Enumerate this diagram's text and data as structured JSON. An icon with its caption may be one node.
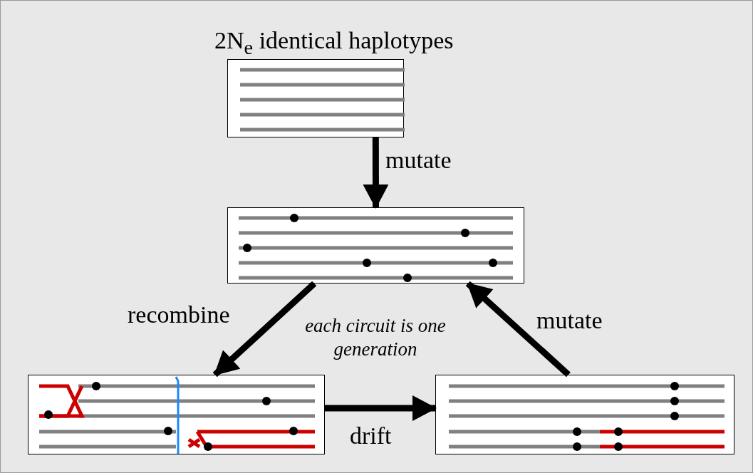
{
  "diagram": {
    "nodes": [
      {
        "text": [
          "2N$_{e}$ identical haplotypes"
        ]
      },
      {
        "text": [],
        "shape": "box"
      },
      {
        "text": [],
        "shape": "box"
      },
      {
        "text": [],
        "shape": "box"
      }
    ],
    "edges": [
      {
        "from": 0,
        "to": 1,
        "arrow": "to",
        "label": "mutate"
      },
      {
        "from": 1,
        "to": 2,
        "arrow": "to",
        "label": "recombine"
      },
      {
        "from": 2,
        "to": 3,
        "arrow": "to",
        "label": "drift"
      },
      {
        "from": 3,
        "to": 1,
        "arrow": "to",
        "label": "mutate"
      }
    ],
    "labels": [
      "each circuit is one generation"
    ]
  }
}
